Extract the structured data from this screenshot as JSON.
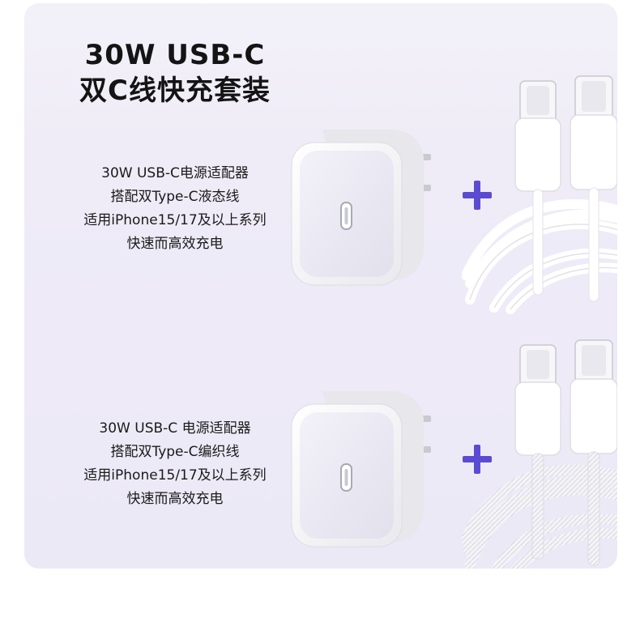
{
  "title": {
    "line1": "30W USB-C",
    "line2": "双C线快充套装"
  },
  "set1": {
    "lines": [
      "30W USB-C电源适配器",
      "搭配双Type-C液态线",
      "适用iPhone15/17及以上系列",
      "快速而高效充电"
    ],
    "plus_color": "#5a4bd2"
  },
  "set2": {
    "lines": [
      "30W USB-C 电源适配器",
      "搭配双Type-C编织线",
      "适用iPhone15/17及以上系列",
      "快速而高效充电"
    ],
    "plus_color": "#5a4bd2"
  },
  "icons": [
    "usb-c-charger-icon",
    "plus-icon",
    "usb-c-cable-icon"
  ],
  "colors": {
    "background": "#eeeaf8",
    "accent": "#5a4bd2",
    "text": "#141414"
  }
}
